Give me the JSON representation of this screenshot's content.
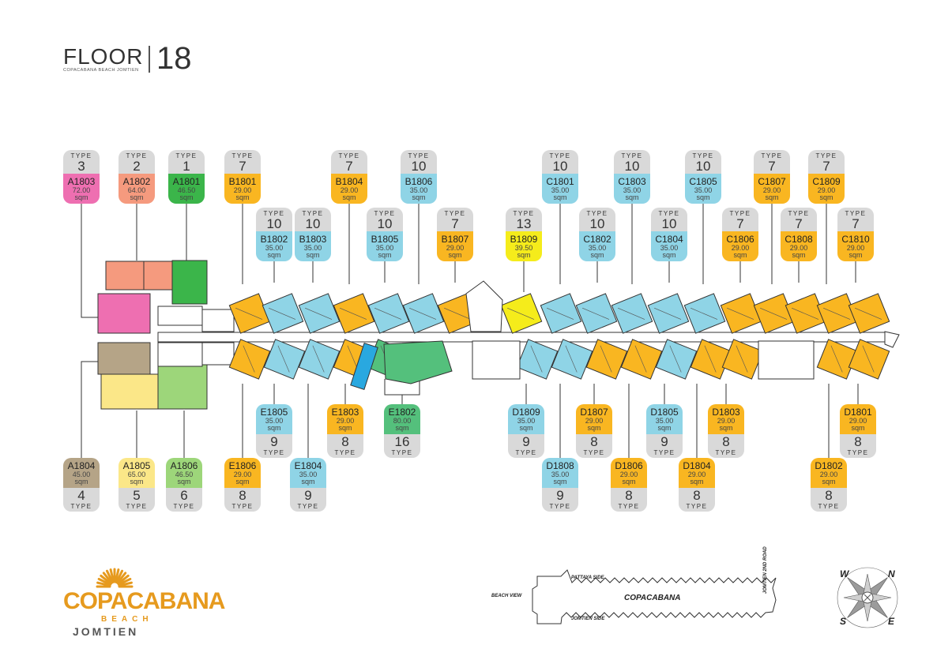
{
  "header": {
    "floor_label": "FLOOR",
    "floor_number": "18",
    "subtitle": "COPACABANA BEACH JOMTIEN"
  },
  "type_label": "TYPE",
  "sqm_label": "sqm",
  "colors": {
    "type1": "#3bb54a",
    "type2": "#f59a7e",
    "type3": "#ee6fb1",
    "type4": "#b5a487",
    "type5": "#fbe788",
    "type6": "#9dd67a",
    "type7": "#f9b621",
    "type8": "#f9b621",
    "type9": "#8fd4e6",
    "type10": "#8fd4e6",
    "type13": "#f5ec1b",
    "type16": "#54c07c",
    "tag_gray": "#d9d9d9",
    "logo_orange": "#e69a1e"
  },
  "units_top": [
    {
      "id": "A1803",
      "type": "3",
      "area": "72.00",
      "color": "#ee6fb1"
    },
    {
      "id": "A1802",
      "type": "2",
      "area": "64.00",
      "color": "#f59a7e"
    },
    {
      "id": "A1801",
      "type": "1",
      "area": "46.50",
      "color": "#3bb54a"
    },
    {
      "id": "B1801",
      "type": "7",
      "area": "29.00",
      "color": "#f9b621"
    },
    {
      "id": "B1802",
      "type": "10",
      "area": "35.00",
      "color": "#8fd4e6"
    },
    {
      "id": "B1803",
      "type": "10",
      "area": "35.00",
      "color": "#8fd4e6"
    },
    {
      "id": "B1804",
      "type": "7",
      "area": "29.00",
      "color": "#f9b621"
    },
    {
      "id": "B1805",
      "type": "10",
      "area": "35.00",
      "color": "#8fd4e6"
    },
    {
      "id": "B1806",
      "type": "10",
      "area": "35.00",
      "color": "#8fd4e6"
    },
    {
      "id": "B1807",
      "type": "7",
      "area": "29.00",
      "color": "#f9b621"
    },
    {
      "id": "B1809",
      "type": "13",
      "area": "39.50",
      "color": "#f5ec1b"
    },
    {
      "id": "C1801",
      "type": "10",
      "area": "35.00",
      "color": "#8fd4e6"
    },
    {
      "id": "C1802",
      "type": "10",
      "area": "35.00",
      "color": "#8fd4e6"
    },
    {
      "id": "C1803",
      "type": "10",
      "area": "35.00",
      "color": "#8fd4e6"
    },
    {
      "id": "C1804",
      "type": "10",
      "area": "35.00",
      "color": "#8fd4e6"
    },
    {
      "id": "C1805",
      "type": "10",
      "area": "35.00",
      "color": "#8fd4e6"
    },
    {
      "id": "C1806",
      "type": "7",
      "area": "29.00",
      "color": "#f9b621"
    },
    {
      "id": "C1807",
      "type": "7",
      "area": "29.00",
      "color": "#f9b621"
    },
    {
      "id": "C1808",
      "type": "7",
      "area": "29.00",
      "color": "#f9b621"
    },
    {
      "id": "C1809",
      "type": "7",
      "area": "29.00",
      "color": "#f9b621"
    },
    {
      "id": "C1810",
      "type": "7",
      "area": "29.00",
      "color": "#f9b621"
    }
  ],
  "units_bottom": [
    {
      "id": "A1804",
      "type": "4",
      "area": "45.00",
      "color": "#b5a487"
    },
    {
      "id": "A1805",
      "type": "5",
      "area": "65.00",
      "color": "#fbe788"
    },
    {
      "id": "A1806",
      "type": "6",
      "area": "46.50",
      "color": "#9dd67a"
    },
    {
      "id": "E1806",
      "type": "8",
      "area": "29.00",
      "color": "#f9b621"
    },
    {
      "id": "E1805",
      "type": "9",
      "area": "35.00",
      "color": "#8fd4e6"
    },
    {
      "id": "E1804",
      "type": "9",
      "area": "35.00",
      "color": "#8fd4e6"
    },
    {
      "id": "E1803",
      "type": "8",
      "area": "29.00",
      "color": "#f9b621"
    },
    {
      "id": "E1802",
      "type": "16",
      "area": "80.00",
      "color": "#54c07c"
    },
    {
      "id": "D1809",
      "type": "9",
      "area": "35.00",
      "color": "#8fd4e6"
    },
    {
      "id": "D1808",
      "type": "9",
      "area": "35.00",
      "color": "#8fd4e6"
    },
    {
      "id": "D1807",
      "type": "8",
      "area": "29.00",
      "color": "#f9b621"
    },
    {
      "id": "D1806",
      "type": "8",
      "area": "29.00",
      "color": "#f9b621"
    },
    {
      "id": "D1805",
      "type": "9",
      "area": "35.00",
      "color": "#8fd4e6"
    },
    {
      "id": "D1804",
      "type": "8",
      "area": "29.00",
      "color": "#f9b621"
    },
    {
      "id": "D1803",
      "type": "8",
      "area": "29.00",
      "color": "#f9b621"
    },
    {
      "id": "D1802",
      "type": "8",
      "area": "29.00",
      "color": "#f9b621"
    },
    {
      "id": "D1801",
      "type": "8",
      "area": "29.00",
      "color": "#f9b621"
    }
  ],
  "logo": {
    "brand": "COPACABANA",
    "beach": "BEACH",
    "location": "JOMTIEN"
  },
  "key_map": {
    "pattaya_side": "PATTAYA SIDE",
    "beach_view": "BEACH VIEW",
    "center": "COPACABANA",
    "jomtien_side": "JOMTIEN SIDE",
    "road": "JOMTIEN 2ND ROAD"
  },
  "compass": {
    "n": "N",
    "e": "E",
    "s": "S",
    "w": "W"
  }
}
